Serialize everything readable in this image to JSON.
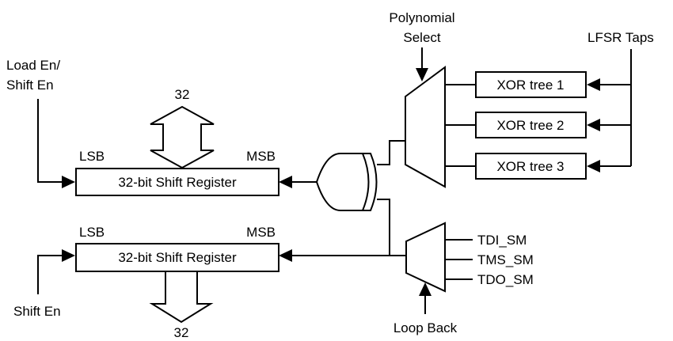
{
  "labels": {
    "load_shift_en_line1": "Load En/",
    "load_shift_en_line2": "Shift En",
    "shift_en": "Shift En",
    "width_top": "32",
    "width_bottom": "32",
    "lsb_top": "LSB",
    "msb_top": "MSB",
    "lsb_bottom": "LSB",
    "msb_bottom": "MSB",
    "polynomial_select_line1": "Polynomial",
    "polynomial_select_line2": "Select",
    "lfsr_taps": "LFSR Taps",
    "loop_back": "Loop Back"
  },
  "registers": [
    {
      "label": "32-bit Shift Register"
    },
    {
      "label": "32-bit Shift Register"
    }
  ],
  "xor_trees": [
    {
      "label": "XOR tree 1"
    },
    {
      "label": "XOR tree 2"
    },
    {
      "label": "XOR tree 3"
    }
  ],
  "mux_inputs": [
    {
      "label": "TDI_SM"
    },
    {
      "label": "TMS_SM"
    },
    {
      "label": "TDO_SM"
    }
  ]
}
